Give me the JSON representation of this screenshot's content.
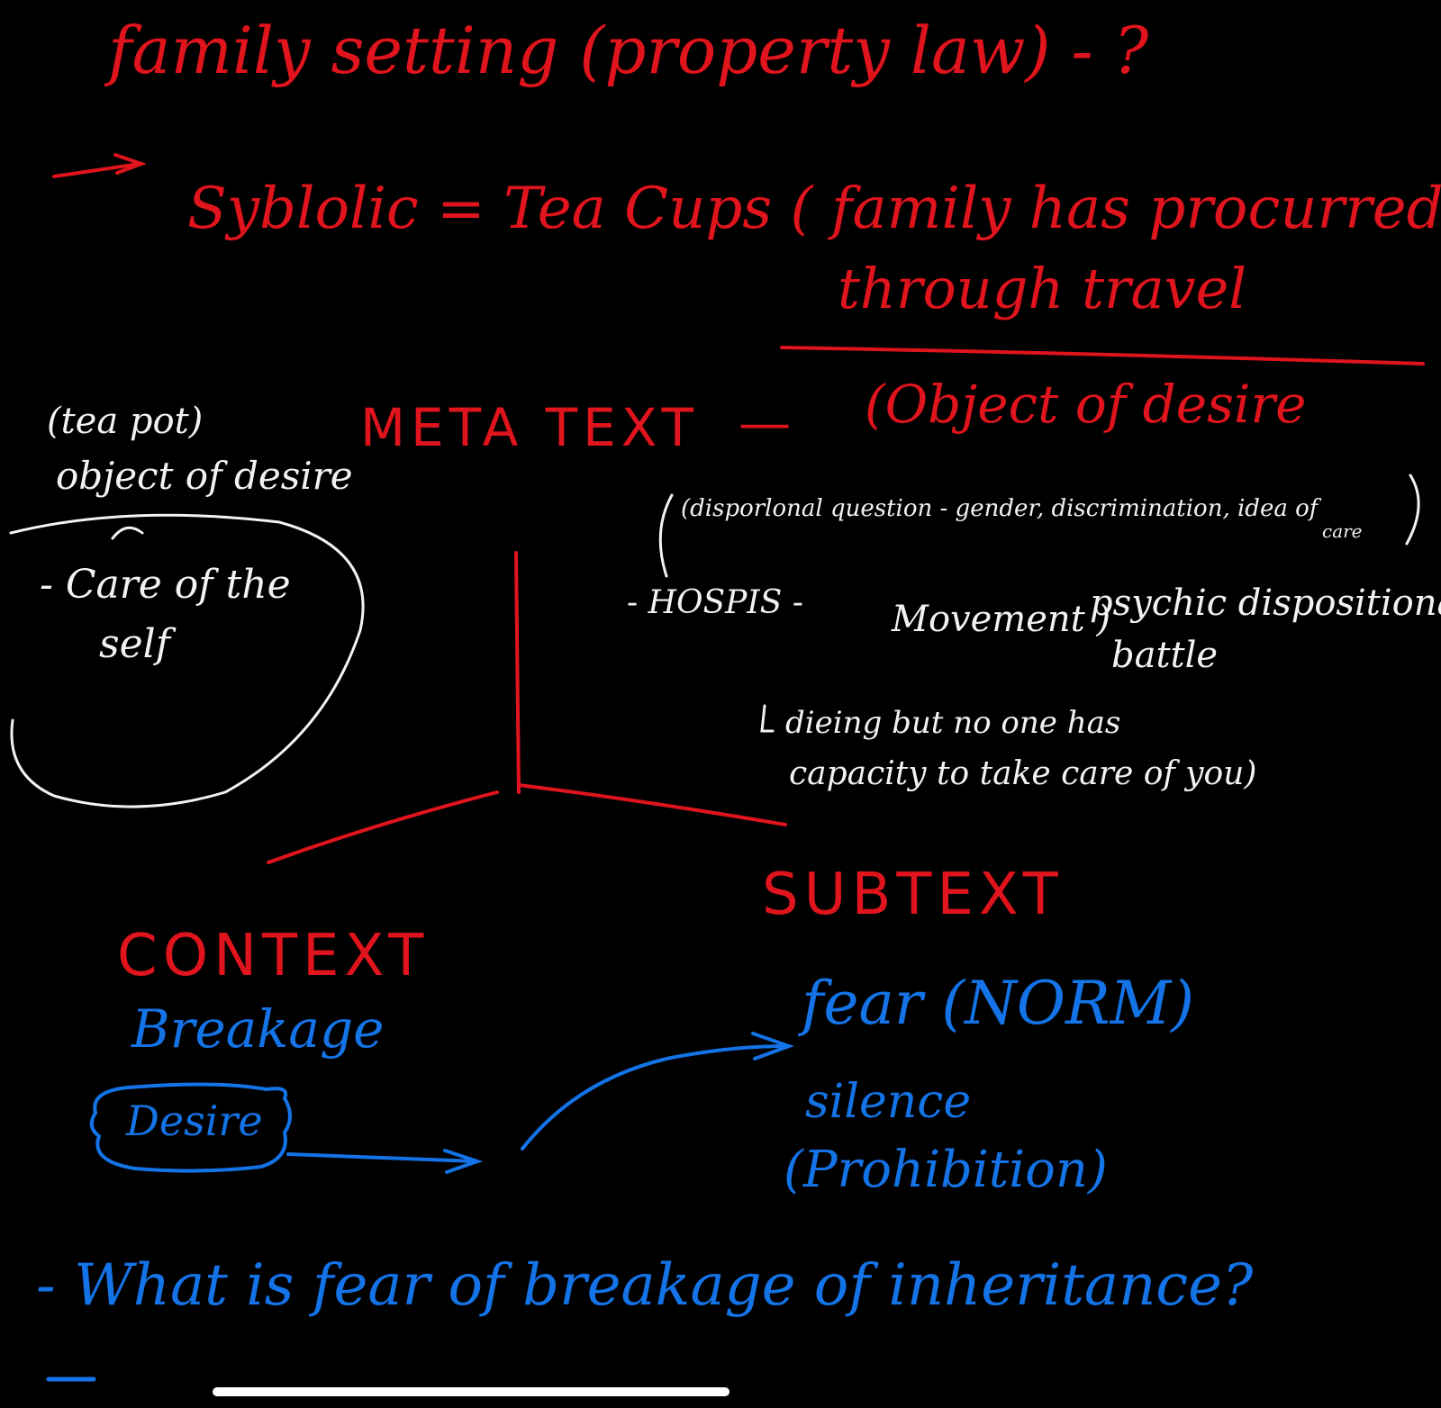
{
  "colors": {
    "background": "#000000",
    "red_ink": "#e0141c",
    "white_ink": "#f2f2f2",
    "blue_ink": "#1473e6",
    "home_indicator": "#ffffff"
  },
  "notes": {
    "line1": "family setting (property law) - ?",
    "arrow_line": "Syblolic = Tea Cups ( family has procurred",
    "arrow_line2": "through travel",
    "teapot_label": "(tea pot)",
    "object_of_desire": "object of desire",
    "meta_text": "META TEXT",
    "meta_dash": "—",
    "meta_object": "(Object of desire",
    "care_of_self_1": "- Care of the",
    "care_of_self_2": "self",
    "bracket_note_1": "(disporlonal question - gender, discrimination, idea of",
    "bracket_note_2": "care",
    "hospis": "- HOSPIS -",
    "movement": "Movement )",
    "psychic_1": "psychic dispositional",
    "psychic_2": "battle",
    "dying_1": "dieing but no one has",
    "dying_2": "capacity to take care of you)",
    "subtext": "SUBTEXT",
    "context": "CONTEXT",
    "breakage": "Breakage",
    "desire": "Desire",
    "fear": "fear (NORM)",
    "silence": "silence",
    "prohibition": "(Prohibition)",
    "question": "- What is fear of breakage of inheritance?"
  }
}
